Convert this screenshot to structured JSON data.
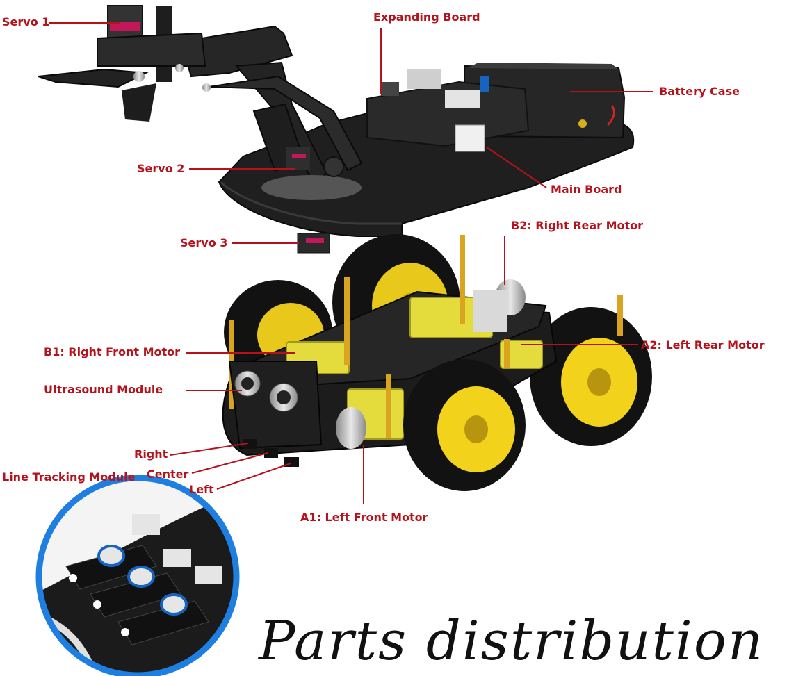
{
  "labels": {
    "servo1": "Servo 1",
    "servo2": "Servo 2",
    "servo3": "Servo 3",
    "expanding_board": "Expanding Board",
    "battery_case": "Battery Case",
    "main_board": "Main Board",
    "b2": "B2: Right Rear Motor",
    "b1": "B1: Right Front Motor",
    "a2": "A2: Left Rear Motor",
    "a1": "A1: Left Front Motor",
    "ultrasound": "Ultrasound Module",
    "right": "Right",
    "center": "Center",
    "left": "Left",
    "line_tracking": "Line Tracking Module"
  },
  "caption": "Parts distribution",
  "colors": {
    "label": "#b5121b",
    "leader_line": "#b5121b",
    "acrylic": "#1c1c1c",
    "tire": "#121212",
    "hub": "#f2d21b",
    "motor_yellow": "#e3dc3c",
    "brass": "#d9a520",
    "servo_magenta": "#c2185b",
    "inset_border": "#1e7fe0",
    "caption": "#111111"
  }
}
